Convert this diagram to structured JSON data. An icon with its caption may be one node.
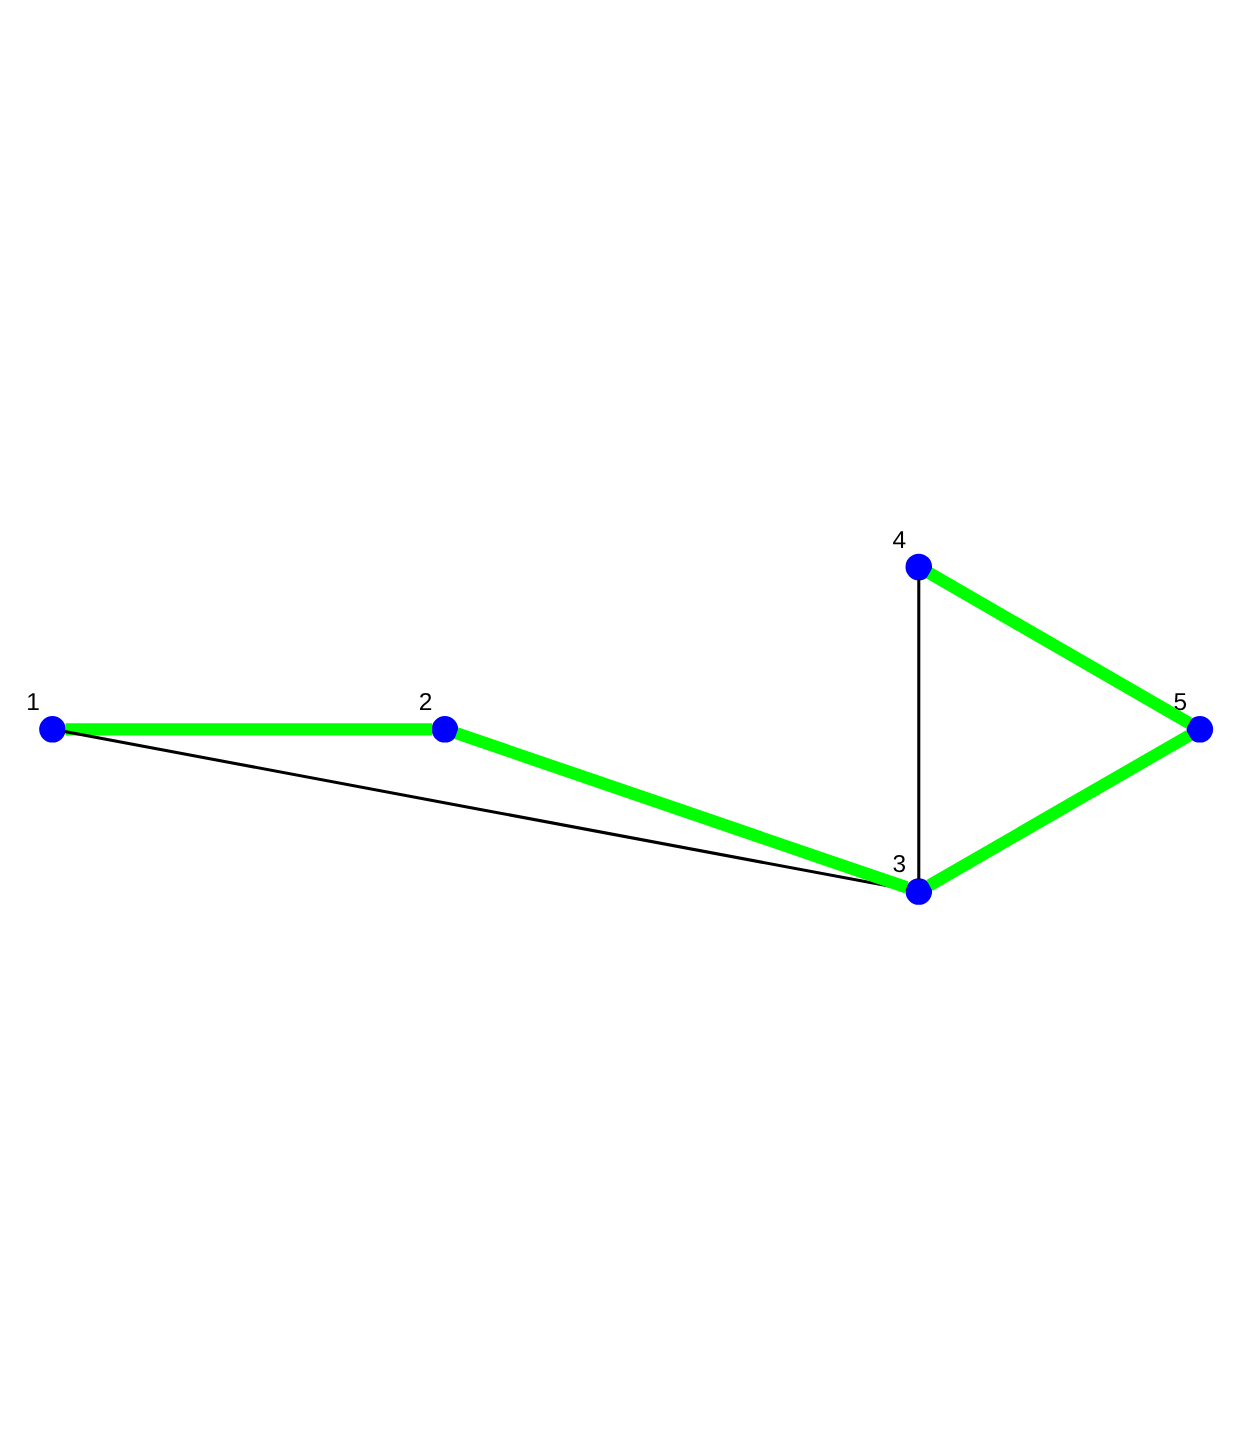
{
  "diagram": {
    "nodes": [
      {
        "text": [],
        "shape": "circle",
        "beside": [
          "1"
        ]
      },
      {
        "text": [],
        "shape": "circle",
        "beside": [
          "2"
        ]
      },
      {
        "text": [],
        "shape": "circle",
        "beside": [
          "3"
        ]
      },
      {
        "text": [],
        "shape": "circle",
        "beside": [
          "4"
        ]
      },
      {
        "text": [],
        "shape": "circle",
        "beside": [
          "5"
        ]
      }
    ],
    "edges": [
      {
        "from": 0,
        "to": 1,
        "arrow": "none",
        "color": "#00ff00"
      },
      {
        "from": 1,
        "to": 2,
        "arrow": "none",
        "color": "#00ff00"
      },
      {
        "from": 0,
        "to": 2,
        "arrow": "none",
        "color": "#000000"
      },
      {
        "from": 2,
        "to": 4,
        "arrow": "none",
        "color": "#00ff00"
      },
      {
        "from": 4,
        "to": 3,
        "arrow": "none",
        "color": "#00ff00"
      },
      {
        "from": 2,
        "to": 3,
        "arrow": "none",
        "color": "#000000"
      }
    ]
  }
}
